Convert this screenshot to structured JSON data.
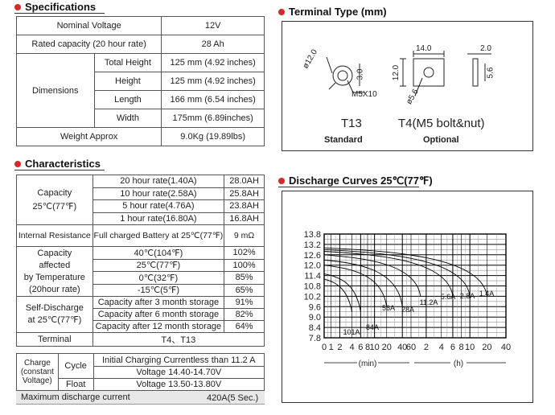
{
  "spec": {
    "title": "Specifications",
    "nominal_voltage_label": "Nominal Voltage",
    "nominal_voltage": "12V",
    "rated_capacity_label": "Rated capacity (20 hour rate)",
    "rated_capacity": "28 Ah",
    "dimensions_label": "Dimensions",
    "dims": [
      {
        "label": "Total Height",
        "value": "125 mm (4.92 inches)"
      },
      {
        "label": "Height",
        "value": "125 mm (4.92 inches)"
      },
      {
        "label": "Length",
        "value": "166 mm (6.54 inches)"
      },
      {
        "label": "Width",
        "value": "175mm (6.89inches)"
      }
    ],
    "weight_label": "Weight Approx",
    "weight": "9.0Kg (19.89lbs)"
  },
  "char": {
    "title": "Characteristics",
    "capacity_label": "Capacity",
    "capacity_temp": "25℃(77℉)",
    "capacity_rows": [
      {
        "rate": "20 hour rate(1.40A)",
        "ah": "28.0AH"
      },
      {
        "rate": "10 hour rate(2.58A)",
        "ah": "25.8AH"
      },
      {
        "rate": "5 hour rate(4.76A)",
        "ah": "23.8AH"
      },
      {
        "rate": "1 hour rate(16.80A)",
        "ah": "16.8AH"
      }
    ],
    "ir_label": "Internal Resistance",
    "ir_cond": "Full charged Battery at 25℃(77℉)",
    "ir_value": "9 mΩ",
    "temp_label": [
      "Capacity",
      "affected",
      "by Temperature",
      "(20hour rate)"
    ],
    "temp_rows": [
      {
        "t": "40℃(104℉)",
        "v": "102%"
      },
      {
        "t": "25℃(77℉)",
        "v": "100%"
      },
      {
        "t": "0℃(32℉)",
        "v": "85%"
      },
      {
        "t": "-15℃(5℉)",
        "v": "65%"
      }
    ],
    "sd_label": [
      "Self-Discharge",
      "at 25℃(77℉)"
    ],
    "sd_rows": [
      {
        "c": "Capacity after 3 month storage",
        "v": "91%"
      },
      {
        "c": "Capacity after 6 month storage",
        "v": "82%"
      },
      {
        "c": "Capacity after 12 month storage",
        "v": "64%"
      }
    ],
    "terminal_label": "Terminal",
    "terminal_value": "T4、T13",
    "charge_label": [
      "Charge",
      "(constant",
      "Voltage)"
    ],
    "cycle_label": "Cycle",
    "cycle_line1": "Initial Charging Currentless than 11.2 A",
    "cycle_line2": "Voltage 14.40-14.70V",
    "float_label": "Float",
    "float_value": "Voltage 13.50-13.80V",
    "max_label": "Maximum discharge current",
    "max_value": "420A(5 Sec.)"
  },
  "terminal": {
    "title": "Terminal Type (mm)",
    "t13": {
      "diam": "ø12.0",
      "h": "3.0",
      "bolt": "M5X10",
      "name": "T13",
      "caption": "Standard"
    },
    "t4": {
      "w": "14.0",
      "h": "12.0",
      "d": "ø5.6",
      "w2": "2.0",
      "h2": "5.6",
      "name": "T4(M5 bolt&nut)",
      "caption": "Optional"
    }
  },
  "discharge": {
    "title": "Discharge Curves 25℃(77℉)"
  },
  "chart_data": {
    "type": "line",
    "title": "Discharge Curves 25℃(77℉)",
    "yticks": [
      "13.8",
      "13.2",
      "12.6",
      "12.0",
      "11.4",
      "10.8",
      "10.2",
      "9.6",
      "9.0",
      "8.4",
      "7.8"
    ],
    "xticks_min": [
      "0",
      "1",
      "2",
      "4",
      "6",
      "8",
      "10",
      "20",
      "40",
      "60"
    ],
    "xticks_h": [
      "2",
      "4",
      "6",
      "8",
      "10",
      "20",
      "40"
    ],
    "xlabel_min": "min",
    "xlabel_h": "h",
    "ylim": [
      7.8,
      13.8
    ],
    "series": [
      {
        "name": "101A",
        "end_time": "4 min"
      },
      {
        "name": "84A",
        "end_time": "6 min"
      },
      {
        "name": "56A",
        "end_time": "20 min"
      },
      {
        "name": "28A",
        "end_time": "40 min"
      },
      {
        "name": "11.2A",
        "end_time": "1.5 h"
      },
      {
        "name": "5.6A",
        "end_time": "4 h"
      },
      {
        "name": "2.8A",
        "end_time": "8 h"
      },
      {
        "name": "1.4A",
        "end_time": "20 h"
      }
    ]
  }
}
